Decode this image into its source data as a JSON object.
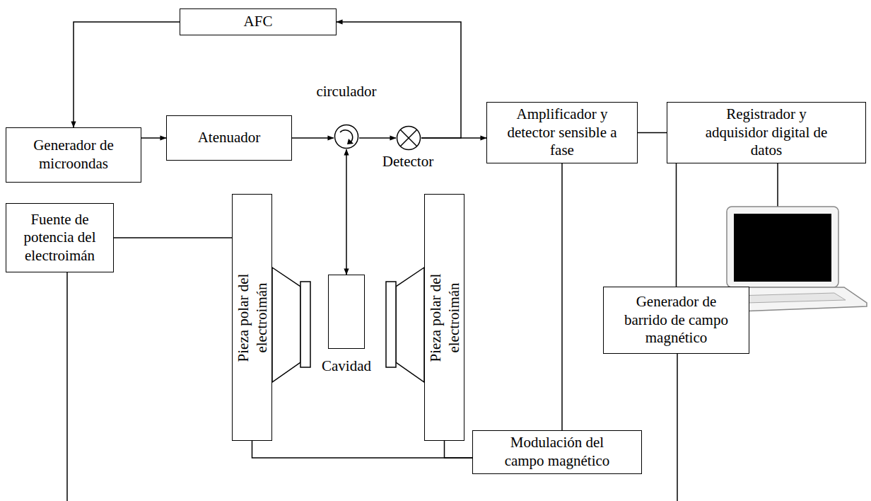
{
  "diagram": {
    "nodes": [
      {
        "text": [
          "AFC"
        ]
      },
      {
        "text": [
          "Generador de microondas"
        ]
      },
      {
        "text": [
          "Atenuador"
        ]
      },
      {
        "text": [
          "circulador"
        ]
      },
      {
        "text": [
          "Detector"
        ]
      },
      {
        "text": [
          "Amplificador y detector sensible a fase"
        ]
      },
      {
        "text": [
          "Registrador y adquisidor digital de datos"
        ]
      },
      {
        "text": [
          "Cavidad"
        ]
      },
      {
        "text": [
          "Fuente de potencia del electroimán"
        ]
      },
      {
        "text": [
          "Pieza polar del electroimán"
        ]
      },
      {
        "text": [
          "Pieza polar del electroimán"
        ]
      },
      {
        "text": [
          "Generador de barrido de campo magnético"
        ]
      },
      {
        "text": [
          "Modulación del campo magnético"
        ]
      }
    ],
    "edges": [
      {
        "from": 1,
        "to": 2,
        "arrow": "to"
      },
      {
        "from": 2,
        "to": 3,
        "arrow": "to"
      },
      {
        "from": 3,
        "to": 4,
        "arrow": "to"
      },
      {
        "from": 4,
        "to": 5,
        "arrow": "to"
      },
      {
        "from": 4,
        "to": 0,
        "arrow": "to"
      },
      {
        "from": 0,
        "to": 1,
        "arrow": "to"
      },
      {
        "from": 3,
        "to": 7,
        "arrow": "both"
      },
      {
        "from": 5,
        "to": 6,
        "arrow": "none"
      },
      {
        "from": 5,
        "to": 12,
        "arrow": "none"
      },
      {
        "from": 12,
        "to": 9,
        "arrow": "none"
      },
      {
        "from": 12,
        "to": 10,
        "arrow": "none"
      },
      {
        "from": 8,
        "to": 9,
        "arrow": "none"
      },
      {
        "from": 6,
        "to": 11,
        "arrow": "none"
      }
    ]
  }
}
